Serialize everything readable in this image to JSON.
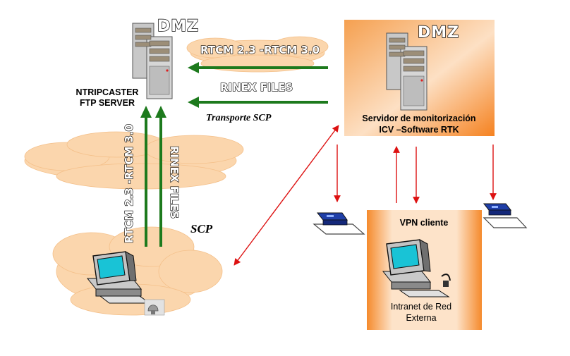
{
  "left_server": {
    "dmz": "DMZ",
    "line1": "NTRIPCASTER",
    "line2": "FTP SERVER"
  },
  "right_server": {
    "dmz": "DMZ",
    "line1": "Servidor de monitorización",
    "line2": "ICV –Software RTK"
  },
  "links": {
    "rtcm_horizontal": "RTCM 2.3 -RTCM 3.0",
    "rinex_horizontal": "RINEX FILES",
    "transport": "Transporte SCP",
    "rtcm_vertical": "RTCM 2.3 -RTCM 3.0",
    "rinex_vertical": "RINEX FILES",
    "scp": "SCP"
  },
  "vpn": {
    "title": "VPN cliente",
    "line1": "Intranet de Red",
    "line2": "Externa"
  },
  "colors": {
    "green_arrow": "#1d7a1d",
    "red_arrow": "#dd1111",
    "cloud": "#fbd6ad",
    "orange_panel": "#f58220"
  }
}
